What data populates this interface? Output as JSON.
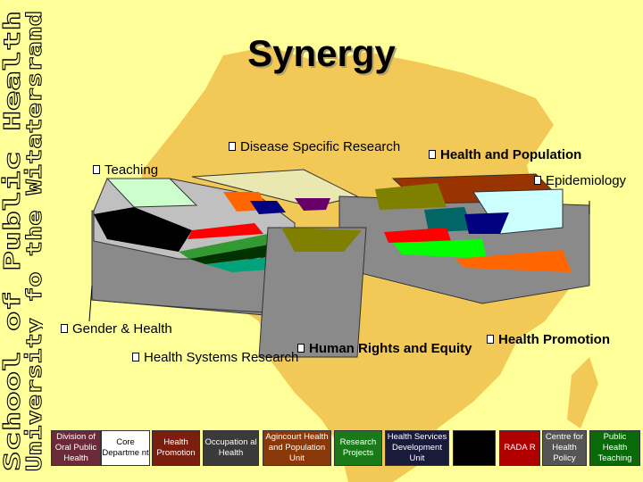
{
  "vertical": {
    "line1": "School of Public Health",
    "line2": "University fo the Witatersrand"
  },
  "title": "Synergy",
  "labels": {
    "disease": "Disease Specific Research",
    "health_population": "Health and Population",
    "teaching": "Teaching",
    "epidemiology": "Epidemiology",
    "gender": "Gender & Health",
    "health_systems": "Health Systems Research",
    "human_rights": "Human Rights and Equity",
    "health_promotion": "Health Promotion"
  },
  "boxes": [
    {
      "text": "Division of Oral Public Health",
      "bg": "#6b2a3a",
      "fg": "#ffffff"
    },
    {
      "text": "Core Departme nt",
      "bg": "#ffffff",
      "fg": "#000000"
    },
    {
      "text": "Health Promotion",
      "bg": "#7a1f0f",
      "fg": "#ffffff"
    },
    {
      "text": "Occupation al Health",
      "bg": "#3a3a3a",
      "fg": "#ffffff"
    },
    {
      "text": "Agincourt Health and Population Unit",
      "bg": "#8a3a0a",
      "fg": "#ffffff"
    },
    {
      "text": "Research Projects",
      "bg": "#1a7a1a",
      "fg": "#ffffff"
    },
    {
      "text": "Health Services Development Unit",
      "bg": "#1a1a3a",
      "fg": "#ffffff"
    },
    {
      "text": "",
      "bg": "#000000",
      "fg": "#ffffff"
    },
    {
      "text": "RADA R",
      "bg": "#b00000",
      "fg": "#ffffff"
    },
    {
      "text": "Centre for Health Policy",
      "bg": "#555555",
      "fg": "#ffffff"
    },
    {
      "text": "Public Health Teaching",
      "bg": "#0a6a0a",
      "fg": "#ffffff"
    }
  ]
}
